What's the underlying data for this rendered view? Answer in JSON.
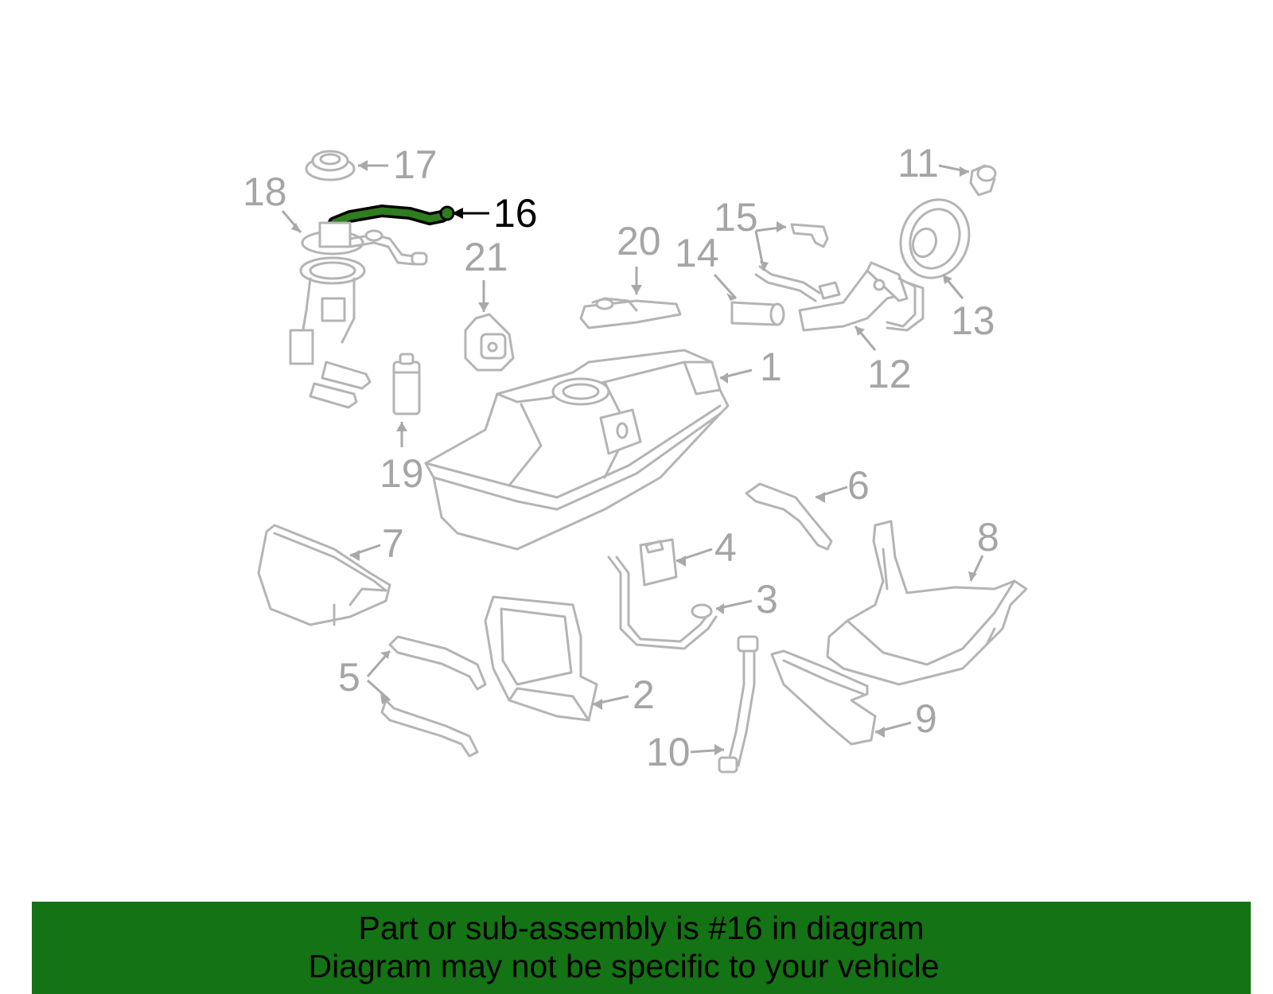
{
  "diagram": {
    "highlighted_part": "16",
    "callouts": [
      "1",
      "2",
      "3",
      "4",
      "5",
      "6",
      "7",
      "8",
      "9",
      "10",
      "11",
      "12",
      "13",
      "14",
      "15",
      "16",
      "17",
      "18",
      "19",
      "20",
      "21"
    ]
  },
  "banner": {
    "line1": "Part or sub-assembly is #16 in diagram",
    "line2": "Diagram may not be specific to your vehicle",
    "background": "#147314",
    "text_color": "#000000"
  },
  "colors": {
    "part_outline": "#b4b4b4",
    "callout_text": "#a5a5a5",
    "highlight": "#2e7d1e",
    "highlight_label": "#000000"
  }
}
